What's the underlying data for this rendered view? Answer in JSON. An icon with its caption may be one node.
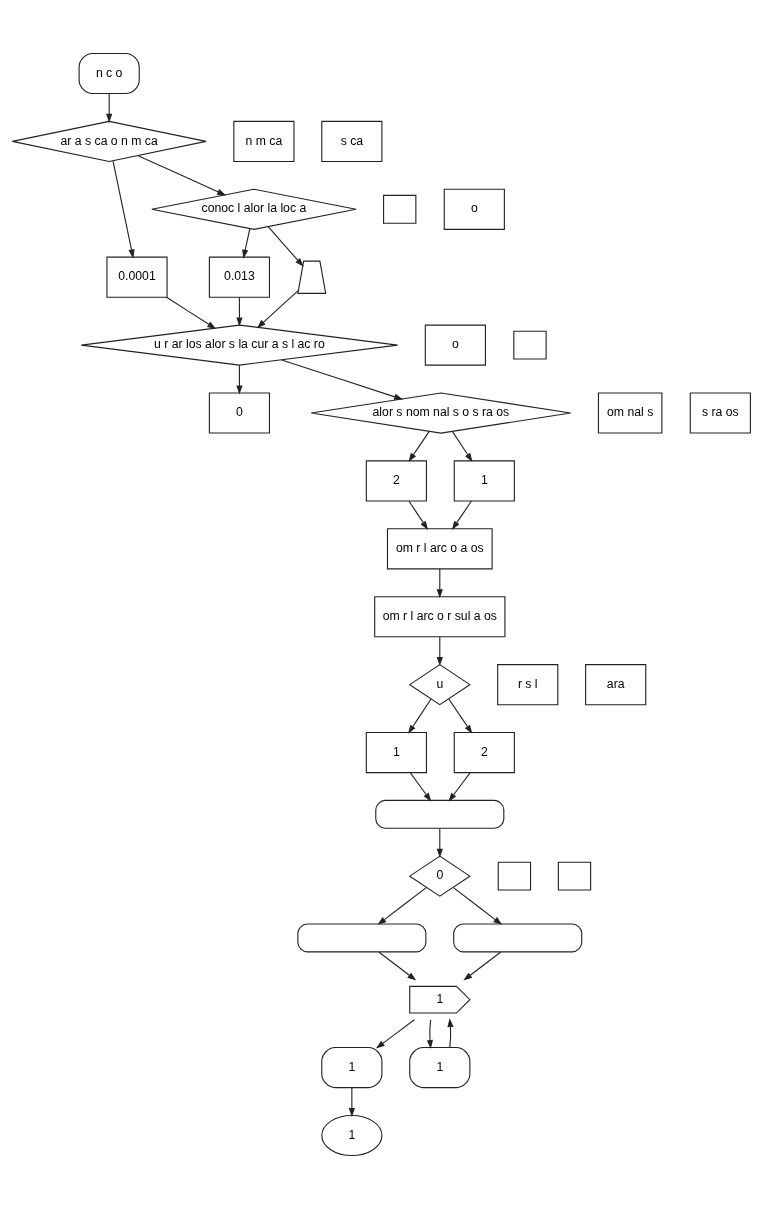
{
  "diagram": {
    "nodes": [
      {
        "text": [
          "n c o"
        ]
      },
      {
        "text": [
          "ar a s ca o n m ca"
        ]
      },
      {
        "text": [
          "s ca"
        ]
      },
      {
        "text": [
          "0.0001"
        ]
      },
      {
        "text": [
          "n m ca"
        ]
      },
      {
        "text": [
          "conoc l alor la loc a"
        ]
      },
      {
        "text": [
          "o"
        ]
      },
      {
        "text": [
          "0.013"
        ]
      },
      {
        "text": [],
        "shape": "box"
      },
      {
        "text": [],
        "shape": "trapezium"
      },
      {
        "text": [],
        "shape": "box"
      },
      {
        "text": [
          "u r ar los alor s la cur a s l ac ro"
        ]
      },
      {
        "text": [
          "0"
        ]
      },
      {
        "text": [
          "o"
        ]
      },
      {
        "text": [
          "om nal s"
        ]
      },
      {
        "text": [
          "s ra os"
        ]
      },
      {
        "text": [
          "alor s nom nal s o s ra os"
        ]
      },
      {
        "text": [
          "om r l arc o a os"
        ]
      },
      {
        "text": [
          "2"
        ]
      },
      {
        "text": [
          "1"
        ]
      },
      {
        "text": [
          "om r l arc o r sul a os"
        ]
      },
      {
        "text": [
          "r s l"
        ]
      },
      {
        "text": [
          "u"
        ]
      },
      {
        "text": [
          "1"
        ]
      },
      {
        "text": [
          "ara"
        ]
      },
      {
        "text": [
          "2"
        ]
      },
      {
        "text": [],
        "shape": "box"
      },
      {
        "text": [],
        "shape": "box"
      },
      {
        "text": [
          "0"
        ]
      },
      {
        "text": [],
        "shape": "box"
      },
      {
        "text": [],
        "shape": "box"
      },
      {
        "text": [],
        "shape": "box"
      },
      {
        "text": [
          "1"
        ]
      },
      {
        "text": [
          "1"
        ]
      },
      {
        "text": [
          "1"
        ]
      },
      {
        "text": [
          "1"
        ]
      }
    ],
    "edges": [
      {
        "from": 0,
        "to": 1,
        "arrow": "to"
      },
      {
        "from": 1,
        "to": 3,
        "arrow": "to"
      },
      {
        "from": 3,
        "to": 11,
        "arrow": "to"
      },
      {
        "from": 1,
        "to": 5,
        "arrow": "to"
      },
      {
        "from": 5,
        "to": 7,
        "arrow": "to"
      },
      {
        "from": 7,
        "to": 11,
        "arrow": "to"
      },
      {
        "from": 5,
        "to": 9,
        "arrow": "to"
      },
      {
        "from": 9,
        "to": 11,
        "arrow": "to"
      },
      {
        "from": 11,
        "to": 12,
        "arrow": "to"
      },
      {
        "from": 11,
        "to": 16,
        "arrow": "to"
      },
      {
        "from": 16,
        "to": 18,
        "arrow": "to"
      },
      {
        "from": 18,
        "to": 17,
        "arrow": "to"
      },
      {
        "from": 16,
        "to": 19,
        "arrow": "to"
      },
      {
        "from": 19,
        "to": 17,
        "arrow": "to"
      },
      {
        "from": 17,
        "to": 20,
        "arrow": "to"
      },
      {
        "from": 20,
        "to": 22,
        "arrow": "to"
      },
      {
        "from": 22,
        "to": 23,
        "arrow": "to"
      },
      {
        "from": 23,
        "to": 26,
        "arrow": "to"
      },
      {
        "from": 22,
        "to": 25,
        "arrow": "to"
      },
      {
        "from": 25,
        "to": 26,
        "arrow": "to"
      },
      {
        "from": 26,
        "to": 28,
        "arrow": "to"
      },
      {
        "from": 28,
        "to": 29,
        "arrow": "to"
      },
      {
        "from": 28,
        "to": 31,
        "arrow": "to"
      },
      {
        "from": 29,
        "to": 32,
        "arrow": "to"
      },
      {
        "from": 31,
        "to": 32,
        "arrow": "to"
      },
      {
        "from": 32,
        "to": 33,
        "arrow": "to"
      },
      {
        "from": 32,
        "to": 34,
        "arrow": "to"
      },
      {
        "from": 33,
        "to": 35,
        "arrow": "to"
      },
      {
        "from": 34,
        "to": 32,
        "arrow": "to"
      }
    ]
  }
}
